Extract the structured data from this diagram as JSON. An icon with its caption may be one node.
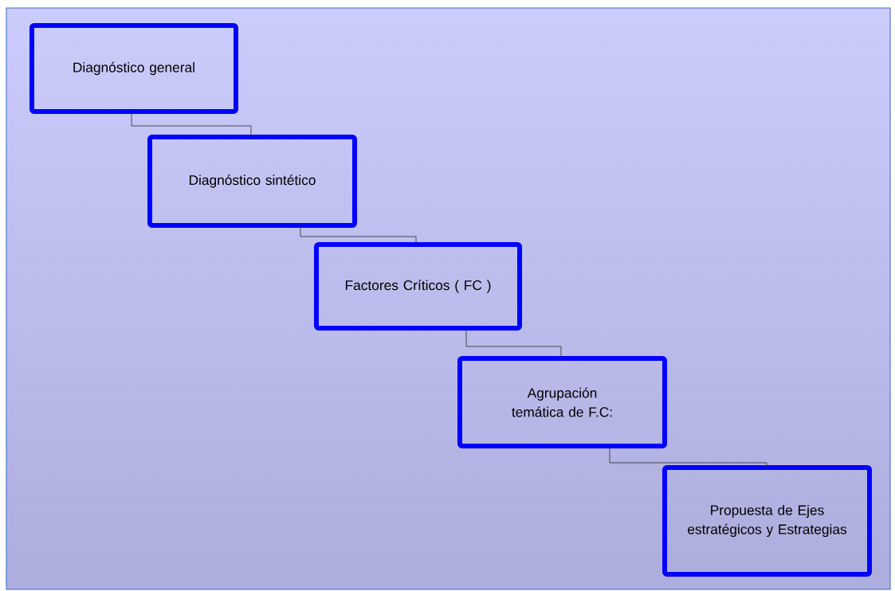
{
  "diagram": {
    "nodes": [
      {
        "text": [
          "Diagnóstico general"
        ]
      },
      {
        "text": [
          "Diagnóstico sintético"
        ]
      },
      {
        "text": [
          "Factores Críticos ( FC )"
        ]
      },
      {
        "text": [
          "Agrupación temática de F.C:"
        ]
      },
      {
        "text": [
          "Propuesta de Ejes estratégicos y Estrategias"
        ]
      }
    ],
    "edges": [
      {
        "from": 0,
        "to": 1,
        "arrow": "none"
      },
      {
        "from": 1,
        "to": 2,
        "arrow": "none"
      },
      {
        "from": 2,
        "to": 3,
        "arrow": "none"
      },
      {
        "from": 3,
        "to": 4,
        "arrow": "none"
      }
    ]
  }
}
